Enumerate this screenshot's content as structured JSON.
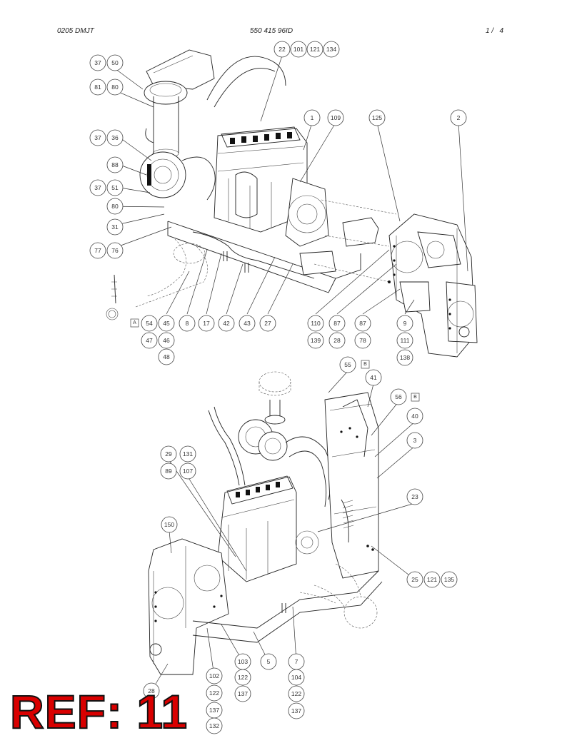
{
  "header": {
    "left": "0205 DMJT",
    "center": "550 415 96ID",
    "right": "1 /   4"
  },
  "top_callouts": [
    "37",
    "50",
    "81",
    "80",
    "22",
    "101",
    "121",
    "134",
    "37",
    "36",
    "1",
    "109",
    "125",
    "2",
    "88",
    "37",
    "51",
    "80",
    "31",
    "77",
    "76",
    "54",
    "45",
    "8",
    "17",
    "42",
    "43",
    "27",
    "47",
    "46",
    "48",
    "110",
    "87",
    "87",
    "9",
    "139",
    "28",
    "78",
    "111",
    "138"
  ],
  "bottom_callouts": [
    "55",
    "41",
    "56",
    "40",
    "3",
    "29",
    "131",
    "89",
    "107",
    "23",
    "150",
    "25",
    "121",
    "135",
    "103",
    "5",
    "7",
    "102",
    "122",
    "104",
    "122",
    "137",
    "122",
    "137",
    "28",
    "137",
    "132"
  ],
  "view_markers": [
    "A",
    "B",
    "B"
  ],
  "stamp": "REF: 11"
}
